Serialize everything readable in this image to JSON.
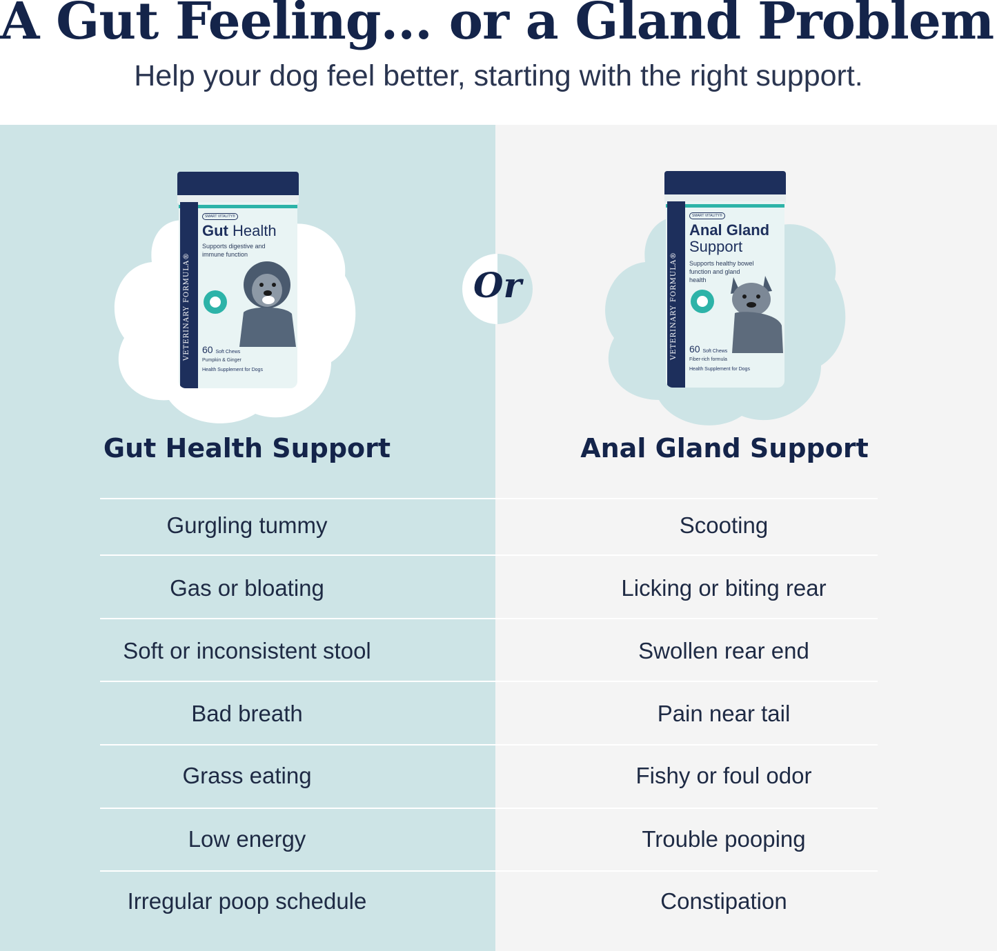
{
  "header": {
    "headline": "A Gut Feeling... or a Gland Problem?",
    "subhead": "Help your dog feel better, starting with the right support."
  },
  "divider_badge": {
    "label": "Or"
  },
  "colors": {
    "navy": "#14244a",
    "left_panel": "#cde4e6",
    "right_panel": "#f4f4f4",
    "teal_accent": "#2db3a8"
  },
  "products": {
    "left": {
      "spine": "VETERINARY FORMULA®",
      "brand": "SMART VITALITY®",
      "name_bold": "Gut",
      "name_light": "Health",
      "tagline": "Supports digestive and immune function",
      "count": "60",
      "unit": "Soft Chews",
      "flavor": "Pumpkin & Ginger",
      "footer": "Health Supplement for Dogs",
      "icon": "golden-doodle-illustration"
    },
    "right": {
      "spine": "VETERINARY FORMULA®",
      "brand": "SMART VITALITY®",
      "name_bold": "Anal Gland",
      "name_light": "Support",
      "tagline": "Supports healthy bowel function and gland health",
      "count": "60",
      "unit": "Soft Chews",
      "flavor": "Fiber-rich formula",
      "footer": "Health Supplement for Dogs",
      "icon": "french-bulldog-illustration"
    }
  },
  "columns": {
    "left": {
      "title": "Gut Health Support",
      "symptoms": [
        "Gurgling tummy",
        "Gas or bloating",
        "Soft or inconsistent stool",
        "Bad breath",
        "Grass eating",
        "Low energy",
        "Irregular poop schedule"
      ]
    },
    "right": {
      "title": "Anal Gland Support",
      "symptoms": [
        "Scooting",
        "Licking or biting rear",
        "Swollen rear end",
        "Pain near tail",
        "Fishy or foul odor",
        "Trouble pooping",
        "Constipation"
      ]
    }
  }
}
